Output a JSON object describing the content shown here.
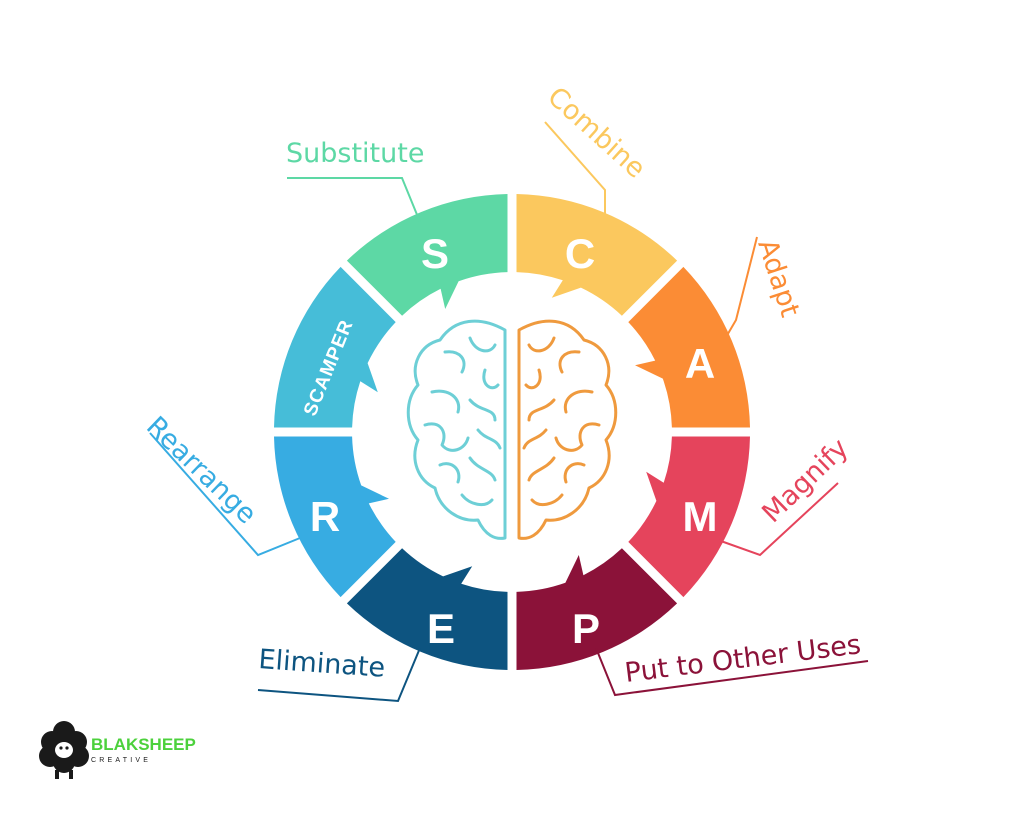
{
  "center_label": "SCAMPER",
  "segments": [
    {
      "key": "S",
      "letter": "S",
      "label": "Substitute",
      "color": "#5dd8a5"
    },
    {
      "key": "C",
      "letter": "C",
      "label": "Combine",
      "color": "#fbc85e"
    },
    {
      "key": "A",
      "letter": "A",
      "label": "Adapt",
      "color": "#fb8c35"
    },
    {
      "key": "M",
      "letter": "M",
      "label": "Magnify",
      "color": "#e5445c"
    },
    {
      "key": "P",
      "letter": "P",
      "label": "Put to Other Uses",
      "color": "#8b1239"
    },
    {
      "key": "E",
      "letter": "E",
      "label": "Eliminate",
      "color": "#0d5480"
    },
    {
      "key": "R",
      "letter": "R",
      "label": "Rearrange",
      "color": "#37ace2"
    },
    {
      "key": "SCAMPER",
      "letter": "",
      "label": "",
      "color": "#46bdd8"
    }
  ],
  "brain": {
    "left_color": "#6dcfd6",
    "right_color": "#ef9a3e"
  },
  "logo": {
    "name": "BLAKSHEEP",
    "sub": "CREATIVE",
    "name_color": "#4cd13c"
  }
}
